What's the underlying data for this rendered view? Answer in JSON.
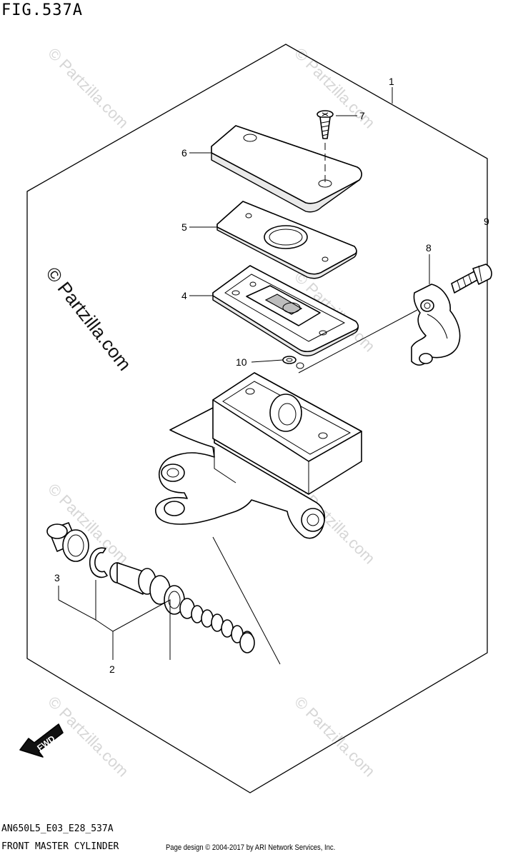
{
  "figure": {
    "title": "FIG.537A",
    "code": "AN650L5_E03_E28_537A",
    "name": "FRONT MASTER CYLINDER",
    "copyright": "Page design © 2004-2017 by ARI Network Services, Inc."
  },
  "watermark": {
    "text": "© Partzilla.com"
  },
  "fwd_label": "FWD",
  "callouts": [
    {
      "id": "1",
      "label": "1"
    },
    {
      "id": "2",
      "label": "2"
    },
    {
      "id": "3",
      "label": "3"
    },
    {
      "id": "4",
      "label": "4"
    },
    {
      "id": "5",
      "label": "5"
    },
    {
      "id": "6",
      "label": "6"
    },
    {
      "id": "7",
      "label": "7"
    },
    {
      "id": "8",
      "label": "8"
    },
    {
      "id": "9",
      "label": "9"
    },
    {
      "id": "10",
      "label": "10"
    }
  ]
}
